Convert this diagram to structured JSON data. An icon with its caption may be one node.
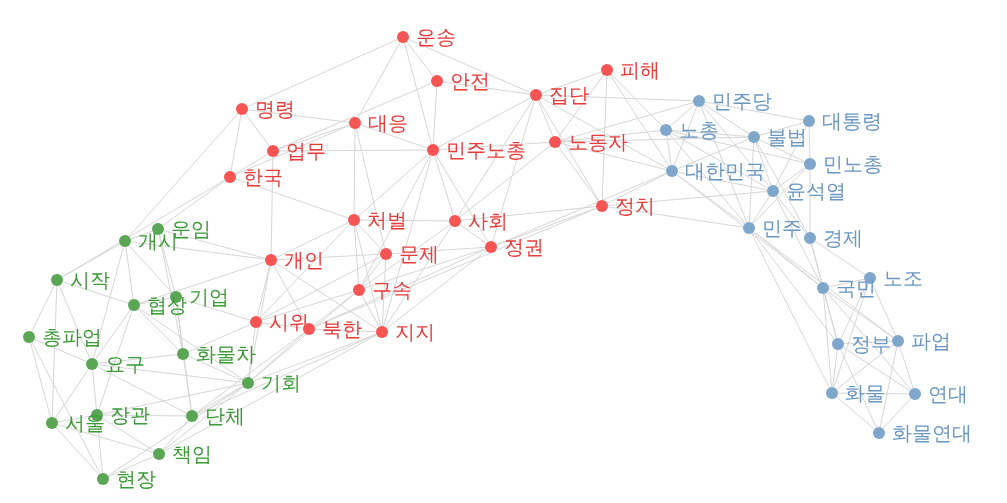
{
  "diagram": {
    "nodes": [
      {
        "text": [
          "운송"
        ]
      },
      {
        "text": [
          "안전"
        ]
      },
      {
        "text": [
          "피해"
        ]
      },
      {
        "text": [
          "집단"
        ]
      },
      {
        "text": [
          "명령"
        ]
      },
      {
        "text": [
          "대응"
        ]
      },
      {
        "text": [
          "업무"
        ]
      },
      {
        "text": [
          "민주노총"
        ]
      },
      {
        "text": [
          "노동자"
        ]
      },
      {
        "text": [
          "한국"
        ]
      },
      {
        "text": [
          "정치"
        ]
      },
      {
        "text": [
          "처벌"
        ]
      },
      {
        "text": [
          "사회"
        ]
      },
      {
        "text": [
          "정권"
        ]
      },
      {
        "text": [
          "문제"
        ]
      },
      {
        "text": [
          "개인"
        ]
      },
      {
        "text": [
          "구속"
        ]
      },
      {
        "text": [
          "시위"
        ]
      },
      {
        "text": [
          "북한"
        ]
      },
      {
        "text": [
          "지지"
        ]
      },
      {
        "text": [
          "운임"
        ]
      },
      {
        "text": [
          "개시"
        ]
      },
      {
        "text": [
          "시작"
        ]
      },
      {
        "text": [
          "기업"
        ]
      },
      {
        "text": [
          "협상"
        ]
      },
      {
        "text": [
          "총파업"
        ]
      },
      {
        "text": [
          "화물차"
        ]
      },
      {
        "text": [
          "요구"
        ]
      },
      {
        "text": [
          "기회"
        ]
      },
      {
        "text": [
          "장관"
        ]
      },
      {
        "text": [
          "서울"
        ]
      },
      {
        "text": [
          "단체"
        ]
      },
      {
        "text": [
          "책임"
        ]
      },
      {
        "text": [
          "현장"
        ]
      },
      {
        "text": [
          "민주당"
        ]
      },
      {
        "text": [
          "노총"
        ]
      },
      {
        "text": [
          "대통령"
        ]
      },
      {
        "text": [
          "불법"
        ]
      },
      {
        "text": [
          "민노총"
        ]
      },
      {
        "text": [
          "대한민국"
        ]
      },
      {
        "text": [
          "윤석열"
        ]
      },
      {
        "text": [
          "민주"
        ]
      },
      {
        "text": [
          "경제"
        ]
      },
      {
        "text": [
          "노조"
        ]
      },
      {
        "text": [
          "국민"
        ]
      },
      {
        "text": [
          "파업"
        ]
      },
      {
        "text": [
          "정부"
        ]
      },
      {
        "text": [
          "화물"
        ]
      },
      {
        "text": [
          "연대"
        ]
      },
      {
        "text": [
          "화물연대"
        ]
      }
    ],
    "edges": [
      {
        "from": 0,
        "to": 1,
        "arrow": "none"
      },
      {
        "from": 0,
        "to": 5,
        "arrow": "none"
      },
      {
        "from": 0,
        "to": 7,
        "arrow": "none"
      },
      {
        "from": 0,
        "to": 4,
        "arrow": "none"
      },
      {
        "from": 0,
        "to": 3,
        "arrow": "none"
      },
      {
        "from": 1,
        "to": 3,
        "arrow": "none"
      },
      {
        "from": 1,
        "to": 7,
        "arrow": "none"
      },
      {
        "from": 1,
        "to": 6,
        "arrow": "none"
      },
      {
        "from": 3,
        "to": 2,
        "arrow": "none"
      },
      {
        "from": 3,
        "to": 8,
        "arrow": "none"
      },
      {
        "from": 3,
        "to": 7,
        "arrow": "none"
      },
      {
        "from": 3,
        "to": 12,
        "arrow": "none"
      },
      {
        "from": 3,
        "to": 13,
        "arrow": "none"
      },
      {
        "from": 3,
        "to": 10,
        "arrow": "none"
      },
      {
        "from": 2,
        "to": 8,
        "arrow": "none"
      },
      {
        "from": 2,
        "to": 39,
        "arrow": "none"
      },
      {
        "from": 2,
        "to": 35,
        "arrow": "none"
      },
      {
        "from": 2,
        "to": 10,
        "arrow": "none"
      },
      {
        "from": 4,
        "to": 6,
        "arrow": "none"
      },
      {
        "from": 4,
        "to": 9,
        "arrow": "none"
      },
      {
        "from": 4,
        "to": 21,
        "arrow": "none"
      },
      {
        "from": 4,
        "to": 5,
        "arrow": "none"
      },
      {
        "from": 5,
        "to": 6,
        "arrow": "none"
      },
      {
        "from": 5,
        "to": 7,
        "arrow": "none"
      },
      {
        "from": 5,
        "to": 11,
        "arrow": "none"
      },
      {
        "from": 5,
        "to": 14,
        "arrow": "none"
      },
      {
        "from": 5,
        "to": 9,
        "arrow": "none"
      },
      {
        "from": 6,
        "to": 7,
        "arrow": "none"
      },
      {
        "from": 6,
        "to": 15,
        "arrow": "none"
      },
      {
        "from": 6,
        "to": 9,
        "arrow": "none"
      },
      {
        "from": 7,
        "to": 11,
        "arrow": "none"
      },
      {
        "from": 7,
        "to": 12,
        "arrow": "none"
      },
      {
        "from": 7,
        "to": 13,
        "arrow": "none"
      },
      {
        "from": 7,
        "to": 16,
        "arrow": "none"
      },
      {
        "from": 7,
        "to": 8,
        "arrow": "none"
      },
      {
        "from": 7,
        "to": 19,
        "arrow": "none"
      },
      {
        "from": 8,
        "to": 35,
        "arrow": "none"
      },
      {
        "from": 8,
        "to": 39,
        "arrow": "none"
      },
      {
        "from": 8,
        "to": 10,
        "arrow": "none"
      },
      {
        "from": 8,
        "to": 12,
        "arrow": "none"
      },
      {
        "from": 8,
        "to": 34,
        "arrow": "none"
      },
      {
        "from": 9,
        "to": 20,
        "arrow": "none"
      },
      {
        "from": 9,
        "to": 22,
        "arrow": "none"
      },
      {
        "from": 9,
        "to": 11,
        "arrow": "none"
      },
      {
        "from": 10,
        "to": 13,
        "arrow": "none"
      },
      {
        "from": 10,
        "to": 12,
        "arrow": "none"
      },
      {
        "from": 10,
        "to": 41,
        "arrow": "none"
      },
      {
        "from": 10,
        "to": 39,
        "arrow": "none"
      },
      {
        "from": 10,
        "to": 18,
        "arrow": "none"
      },
      {
        "from": 11,
        "to": 12,
        "arrow": "none"
      },
      {
        "from": 11,
        "to": 14,
        "arrow": "none"
      },
      {
        "from": 11,
        "to": 15,
        "arrow": "none"
      },
      {
        "from": 11,
        "to": 16,
        "arrow": "none"
      },
      {
        "from": 11,
        "to": 17,
        "arrow": "none"
      },
      {
        "from": 11,
        "to": 19,
        "arrow": "none"
      },
      {
        "from": 12,
        "to": 13,
        "arrow": "none"
      },
      {
        "from": 12,
        "to": 16,
        "arrow": "none"
      },
      {
        "from": 12,
        "to": 19,
        "arrow": "none"
      },
      {
        "from": 13,
        "to": 14,
        "arrow": "none"
      },
      {
        "from": 13,
        "to": 16,
        "arrow": "none"
      },
      {
        "from": 13,
        "to": 19,
        "arrow": "none"
      },
      {
        "from": 13,
        "to": 18,
        "arrow": "none"
      },
      {
        "from": 14,
        "to": 17,
        "arrow": "none"
      },
      {
        "from": 14,
        "to": 19,
        "arrow": "none"
      },
      {
        "from": 14,
        "to": 15,
        "arrow": "none"
      },
      {
        "from": 14,
        "to": 16,
        "arrow": "none"
      },
      {
        "from": 15,
        "to": 17,
        "arrow": "none"
      },
      {
        "from": 15,
        "to": 18,
        "arrow": "none"
      },
      {
        "from": 15,
        "to": 19,
        "arrow": "none"
      },
      {
        "from": 15,
        "to": 20,
        "arrow": "none"
      },
      {
        "from": 15,
        "to": 21,
        "arrow": "none"
      },
      {
        "from": 15,
        "to": 24,
        "arrow": "none"
      },
      {
        "from": 15,
        "to": 28,
        "arrow": "none"
      },
      {
        "from": 16,
        "to": 18,
        "arrow": "none"
      },
      {
        "from": 16,
        "to": 19,
        "arrow": "none"
      },
      {
        "from": 16,
        "to": 17,
        "arrow": "none"
      },
      {
        "from": 17,
        "to": 18,
        "arrow": "none"
      },
      {
        "from": 17,
        "to": 23,
        "arrow": "none"
      },
      {
        "from": 17,
        "to": 26,
        "arrow": "none"
      },
      {
        "from": 17,
        "to": 28,
        "arrow": "none"
      },
      {
        "from": 18,
        "to": 19,
        "arrow": "none"
      },
      {
        "from": 18,
        "to": 28,
        "arrow": "none"
      },
      {
        "from": 19,
        "to": 28,
        "arrow": "none"
      },
      {
        "from": 19,
        "to": 31,
        "arrow": "none"
      },
      {
        "from": 19,
        "to": 32,
        "arrow": "none"
      },
      {
        "from": 18,
        "to": 31,
        "arrow": "none"
      },
      {
        "from": 16,
        "to": 28,
        "arrow": "none"
      },
      {
        "from": 20,
        "to": 21,
        "arrow": "none"
      },
      {
        "from": 20,
        "to": 23,
        "arrow": "none"
      },
      {
        "from": 20,
        "to": 26,
        "arrow": "none"
      },
      {
        "from": 21,
        "to": 22,
        "arrow": "none"
      },
      {
        "from": 21,
        "to": 24,
        "arrow": "none"
      },
      {
        "from": 21,
        "to": 23,
        "arrow": "none"
      },
      {
        "from": 21,
        "to": 27,
        "arrow": "none"
      },
      {
        "from": 22,
        "to": 24,
        "arrow": "none"
      },
      {
        "from": 22,
        "to": 25,
        "arrow": "none"
      },
      {
        "from": 22,
        "to": 30,
        "arrow": "none"
      },
      {
        "from": 22,
        "to": 27,
        "arrow": "none"
      },
      {
        "from": 23,
        "to": 24,
        "arrow": "none"
      },
      {
        "from": 23,
        "to": 26,
        "arrow": "none"
      },
      {
        "from": 23,
        "to": 31,
        "arrow": "none"
      },
      {
        "from": 24,
        "to": 27,
        "arrow": "none"
      },
      {
        "from": 24,
        "to": 26,
        "arrow": "none"
      },
      {
        "from": 24,
        "to": 28,
        "arrow": "none"
      },
      {
        "from": 24,
        "to": 29,
        "arrow": "none"
      },
      {
        "from": 25,
        "to": 27,
        "arrow": "none"
      },
      {
        "from": 25,
        "to": 30,
        "arrow": "none"
      },
      {
        "from": 25,
        "to": 33,
        "arrow": "none"
      },
      {
        "from": 26,
        "to": 27,
        "arrow": "none"
      },
      {
        "from": 26,
        "to": 31,
        "arrow": "none"
      },
      {
        "from": 26,
        "to": 28,
        "arrow": "none"
      },
      {
        "from": 27,
        "to": 29,
        "arrow": "none"
      },
      {
        "from": 27,
        "to": 30,
        "arrow": "none"
      },
      {
        "from": 27,
        "to": 31,
        "arrow": "none"
      },
      {
        "from": 27,
        "to": 28,
        "arrow": "none"
      },
      {
        "from": 28,
        "to": 31,
        "arrow": "none"
      },
      {
        "from": 28,
        "to": 29,
        "arrow": "none"
      },
      {
        "from": 28,
        "to": 32,
        "arrow": "none"
      },
      {
        "from": 28,
        "to": 33,
        "arrow": "none"
      },
      {
        "from": 29,
        "to": 30,
        "arrow": "none"
      },
      {
        "from": 29,
        "to": 31,
        "arrow": "none"
      },
      {
        "from": 29,
        "to": 32,
        "arrow": "none"
      },
      {
        "from": 29,
        "to": 33,
        "arrow": "none"
      },
      {
        "from": 30,
        "to": 32,
        "arrow": "none"
      },
      {
        "from": 30,
        "to": 33,
        "arrow": "none"
      },
      {
        "from": 31,
        "to": 32,
        "arrow": "none"
      },
      {
        "from": 32,
        "to": 33,
        "arrow": "none"
      },
      {
        "from": 34,
        "to": 35,
        "arrow": "none"
      },
      {
        "from": 34,
        "to": 37,
        "arrow": "none"
      },
      {
        "from": 34,
        "to": 39,
        "arrow": "none"
      },
      {
        "from": 34,
        "to": 36,
        "arrow": "none"
      },
      {
        "from": 34,
        "to": 40,
        "arrow": "none"
      },
      {
        "from": 34,
        "to": 41,
        "arrow": "none"
      },
      {
        "from": 35,
        "to": 37,
        "arrow": "none"
      },
      {
        "from": 35,
        "to": 39,
        "arrow": "none"
      },
      {
        "from": 35,
        "to": 40,
        "arrow": "none"
      },
      {
        "from": 35,
        "to": 38,
        "arrow": "none"
      },
      {
        "from": 35,
        "to": 41,
        "arrow": "none"
      },
      {
        "from": 36,
        "to": 37,
        "arrow": "none"
      },
      {
        "from": 36,
        "to": 38,
        "arrow": "none"
      },
      {
        "from": 36,
        "to": 40,
        "arrow": "none"
      },
      {
        "from": 37,
        "to": 38,
        "arrow": "none"
      },
      {
        "from": 37,
        "to": 39,
        "arrow": "none"
      },
      {
        "from": 37,
        "to": 40,
        "arrow": "none"
      },
      {
        "from": 37,
        "to": 41,
        "arrow": "none"
      },
      {
        "from": 37,
        "to": 42,
        "arrow": "none"
      },
      {
        "from": 38,
        "to": 40,
        "arrow": "none"
      },
      {
        "from": 38,
        "to": 41,
        "arrow": "none"
      },
      {
        "from": 38,
        "to": 42,
        "arrow": "none"
      },
      {
        "from": 39,
        "to": 40,
        "arrow": "none"
      },
      {
        "from": 39,
        "to": 41,
        "arrow": "none"
      },
      {
        "from": 39,
        "to": 44,
        "arrow": "none"
      },
      {
        "from": 40,
        "to": 41,
        "arrow": "none"
      },
      {
        "from": 40,
        "to": 42,
        "arrow": "none"
      },
      {
        "from": 40,
        "to": 44,
        "arrow": "none"
      },
      {
        "from": 41,
        "to": 44,
        "arrow": "none"
      },
      {
        "from": 41,
        "to": 46,
        "arrow": "none"
      },
      {
        "from": 41,
        "to": 47,
        "arrow": "none"
      },
      {
        "from": 41,
        "to": 45,
        "arrow": "none"
      },
      {
        "from": 42,
        "to": 43,
        "arrow": "none"
      },
      {
        "from": 42,
        "to": 44,
        "arrow": "none"
      },
      {
        "from": 42,
        "to": 46,
        "arrow": "none"
      },
      {
        "from": 43,
        "to": 44,
        "arrow": "none"
      },
      {
        "from": 43,
        "to": 45,
        "arrow": "none"
      },
      {
        "from": 43,
        "to": 46,
        "arrow": "none"
      },
      {
        "from": 43,
        "to": 47,
        "arrow": "none"
      },
      {
        "from": 44,
        "to": 45,
        "arrow": "none"
      },
      {
        "from": 44,
        "to": 46,
        "arrow": "none"
      },
      {
        "from": 44,
        "to": 47,
        "arrow": "none"
      },
      {
        "from": 44,
        "to": 48,
        "arrow": "none"
      },
      {
        "from": 45,
        "to": 46,
        "arrow": "none"
      },
      {
        "from": 45,
        "to": 47,
        "arrow": "none"
      },
      {
        "from": 45,
        "to": 48,
        "arrow": "none"
      },
      {
        "from": 45,
        "to": 49,
        "arrow": "none"
      },
      {
        "from": 46,
        "to": 47,
        "arrow": "none"
      },
      {
        "from": 46,
        "to": 48,
        "arrow": "none"
      },
      {
        "from": 46,
        "to": 49,
        "arrow": "none"
      },
      {
        "from": 47,
        "to": 48,
        "arrow": "none"
      },
      {
        "from": 47,
        "to": 49,
        "arrow": "none"
      },
      {
        "from": 48,
        "to": 49,
        "arrow": "none"
      },
      {
        "from": 3,
        "to": 34,
        "arrow": "none"
      },
      {
        "from": 3,
        "to": 39,
        "arrow": "none"
      },
      {
        "from": 8,
        "to": 37,
        "arrow": "none"
      },
      {
        "from": 10,
        "to": 40,
        "arrow": "none"
      },
      {
        "from": 13,
        "to": 39,
        "arrow": "none"
      }
    ]
  }
}
